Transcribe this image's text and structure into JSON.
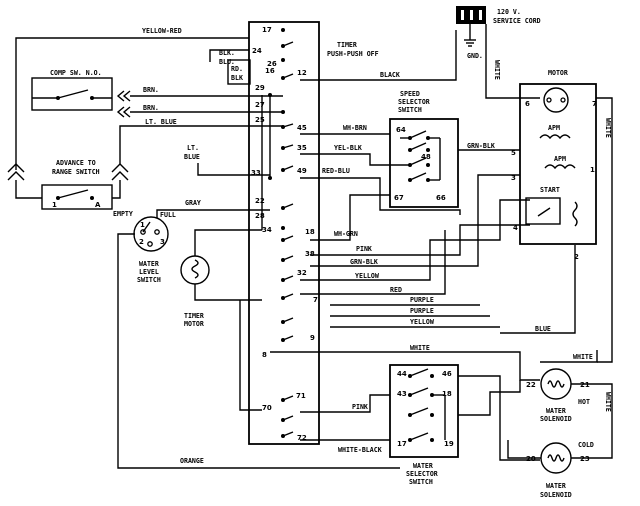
{
  "labels": {
    "yellow_red": "YELLOW-RED",
    "timer_title_1": "TIMER",
    "timer_title_2": "PUSH-PUSH OFF",
    "blk": "BLK.",
    "blu": "BLU.",
    "rd": "RD.",
    "blk2": "BLK",
    "comp_sw": "COMP SW. N.O.",
    "brn1": "BRN.",
    "brn2": "BRN.",
    "lt_blue": "LT. BLUE",
    "black": "BLACK",
    "speed_selector_1": "SPEED",
    "speed_selector_2": "SELECTOR",
    "speed_selector_3": "SWITCH",
    "advance_1": "ADVANCE TO",
    "advance_2": "RANGE SWITCH",
    "lt": "LT.",
    "blue": "BLUE",
    "wh_brn": "WH-BRN",
    "yel_blk": "YEL-BLK",
    "red_blu": "RED-BLU",
    "grn_blk_top": "GRN-BLK",
    "gray": "GRAY",
    "full": "FULL",
    "empty": "EMPTY",
    "water_level_1": "WATER",
    "water_level_2": "LEVEL",
    "water_level_3": "SWITCH",
    "wh_grn": "WH-GRN",
    "pink": "PINK",
    "grn_blk": "GRN-BLK",
    "yellow": "YELLOW",
    "red": "RED",
    "timer_motor_1": "TIMER",
    "timer_motor_2": "MOTOR",
    "purple_1": "PURPLE",
    "purple_2": "PURPLE",
    "yellow_2": "YELLOW",
    "blue_r": "BLUE",
    "white": "WHITE",
    "white_r": "WHITE",
    "white_v": "WHITE",
    "white_v2": "WHITE",
    "white_v3": "WHITE",
    "pink_2": "PINK",
    "white_black": "WHITE-BLACK",
    "orange": "ORANGE",
    "water_selector_1": "WATER",
    "water_selector_2": "SELECTOR",
    "water_selector_3": "SWITCH",
    "service_1": "120 V.",
    "service_2": "SERVICE CORD",
    "gnd": "GND.",
    "motor": "MOTOR",
    "apm": "APM",
    "start": "START",
    "hot": "HOT",
    "cold": "COLD",
    "water_sol_1": "WATER",
    "water_sol_2": "SOLENOID",
    "water_sol_3": "WATER",
    "water_sol_4": "SOLENOID"
  },
  "terminals": {
    "t17": "17",
    "t24": "24",
    "t26": "26",
    "t16": "16",
    "t12": "12",
    "t29": "29",
    "t27": "27",
    "t25": "25",
    "t45": "45",
    "t35": "35",
    "t49": "49",
    "t33": "33",
    "t22": "22",
    "t28": "28",
    "t34": "34",
    "t18": "18",
    "t38": "38",
    "t32": "32",
    "t7": "7",
    "t9": "9",
    "t8": "8",
    "t71": "71",
    "t70": "70",
    "t72": "72",
    "s64": "64",
    "s48": "48",
    "s67": "67",
    "s66": "66",
    "w44": "44",
    "w46": "46",
    "w43": "43",
    "w18": "18",
    "w17": "17",
    "w19": "19",
    "lvl1": "1",
    "lvl2": "2",
    "lvl3": "3",
    "adv1": "1",
    "adv2": "A",
    "m6": "6",
    "m7": "7",
    "m5": "5",
    "m3": "3",
    "m1": "1",
    "m4": "4",
    "m2": "2",
    "h21": "21",
    "h22": "22",
    "c20": "20",
    "c23": "23"
  }
}
